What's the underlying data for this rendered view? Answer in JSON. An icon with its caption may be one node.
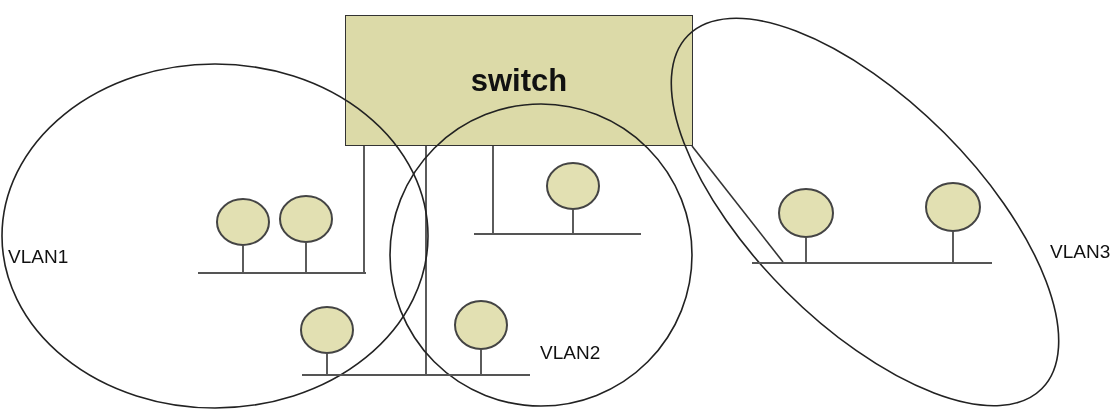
{
  "diagram": {
    "nodes": [
      {
        "text": [
          "switch"
        ]
      },
      {
        "text": [
          "VLAN1"
        ]
      },
      {
        "text": [
          "VLAN2"
        ]
      },
      {
        "text": [
          "VLAN3"
        ]
      },
      {
        "text": [],
        "shape": "circle",
        "in": 1
      },
      {
        "text": [],
        "shape": "circle",
        "in": 1
      },
      {
        "text": [],
        "shape": "circle",
        "in": 1
      },
      {
        "text": [],
        "shape": "circle",
        "in": 2
      },
      {
        "text": [],
        "shape": "circle",
        "in": 2
      },
      {
        "text": [],
        "shape": "circle",
        "in": 3
      },
      {
        "text": [],
        "shape": "circle",
        "in": 3
      },
      {
        "text": [],
        "shape": "bar",
        "in": 1
      },
      {
        "text": [],
        "shape": "bar"
      },
      {
        "text": [],
        "shape": "bar",
        "in": 2
      },
      {
        "text": [],
        "shape": "bar",
        "in": 3
      }
    ],
    "edges": [
      {
        "from": 0,
        "to": 11,
        "arrow": "none"
      },
      {
        "from": 0,
        "to": 12,
        "arrow": "none"
      },
      {
        "from": 0,
        "to": 13,
        "arrow": "none"
      },
      {
        "from": 0,
        "to": 14,
        "arrow": "none"
      },
      {
        "from": 4,
        "to": 11,
        "arrow": "none"
      },
      {
        "from": 5,
        "to": 11,
        "arrow": "none"
      },
      {
        "from": 6,
        "to": 12,
        "arrow": "none"
      },
      {
        "from": 7,
        "to": 12,
        "arrow": "none"
      },
      {
        "from": 8,
        "to": 13,
        "arrow": "none"
      },
      {
        "from": 9,
        "to": 14,
        "arrow": "none"
      },
      {
        "from": 10,
        "to": 14,
        "arrow": "none"
      }
    ]
  }
}
